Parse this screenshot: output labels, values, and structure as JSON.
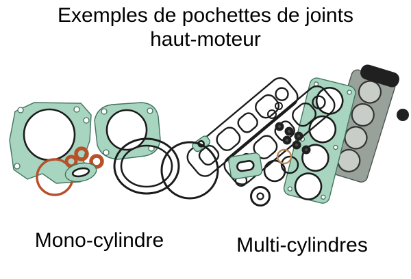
{
  "title": {
    "line1": "Exemples de pochettes de joints",
    "line2": "haut-moteur"
  },
  "labels": {
    "mono": "Mono-cylindre",
    "multi": "Multi-cylindres"
  },
  "colors": {
    "background": "#ffffff",
    "text": "#000000",
    "gasket_teal": "#a8d5c0",
    "gasket_teal_dark": "#41735f",
    "seal_orange": "#b8502a",
    "tan_ring": "#c08552",
    "line_black": "#1b1b1b",
    "metal_gray": "#99a19b",
    "metal_gray_light": "#c8cdc8",
    "rubber_dark": "#202020"
  }
}
